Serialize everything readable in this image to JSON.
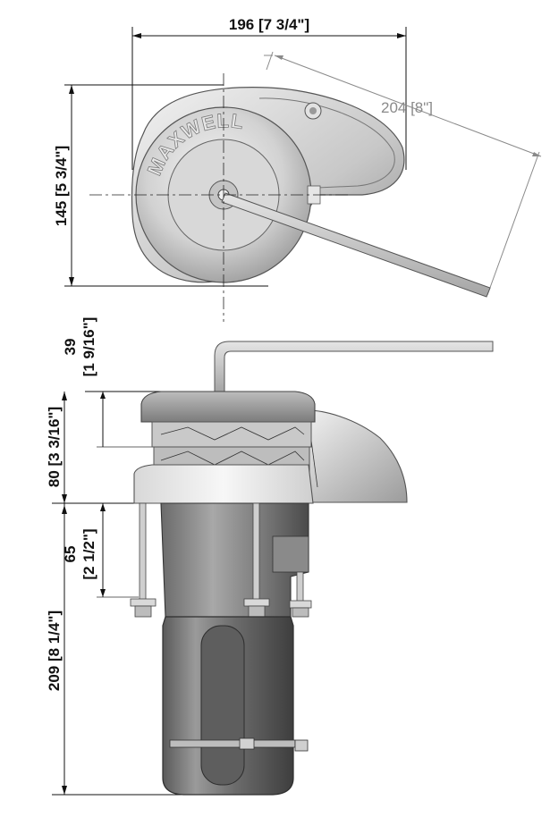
{
  "dimensions": {
    "top_width": "196 [7 3/4\"]",
    "top_diagonal": "204 [8\"]",
    "top_height": "145 [5 3/4\"]",
    "side_handle_line1": "39",
    "side_handle_line2": "[1 9/16\"]",
    "side_deck_above": "80 [3 3/16\"]",
    "side_stud_line1": "65",
    "side_stud_line2": "[2 1/2\"]",
    "side_motor": "209 [8 1/4\"]"
  },
  "brand": "MAXWELL"
}
